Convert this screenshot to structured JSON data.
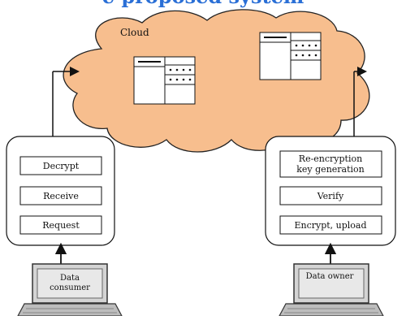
{
  "header": {
    "title_partial": "e proposed system"
  },
  "cloud": {
    "label": "Cloud"
  },
  "consumer_panel": {
    "items": [
      "Decrypt",
      "Receive",
      "Request"
    ]
  },
  "owner_panel": {
    "items": [
      "Re-encryption key generation",
      "Verify",
      "Encrypt, upload"
    ],
    "item0_lines": [
      "Re-encryption",
      "key generation"
    ]
  },
  "consumer_laptop": {
    "label_lines": [
      "Data",
      "consumer"
    ]
  },
  "owner_laptop": {
    "label_lines": [
      "Data owner"
    ]
  },
  "colors": {
    "cloud_fill": "#f7be8e",
    "cloud_stroke": "#222222",
    "header_blue": "#2a6fd6",
    "laptop_frame": "#444444",
    "laptop_screen": "#cfcfcf"
  }
}
